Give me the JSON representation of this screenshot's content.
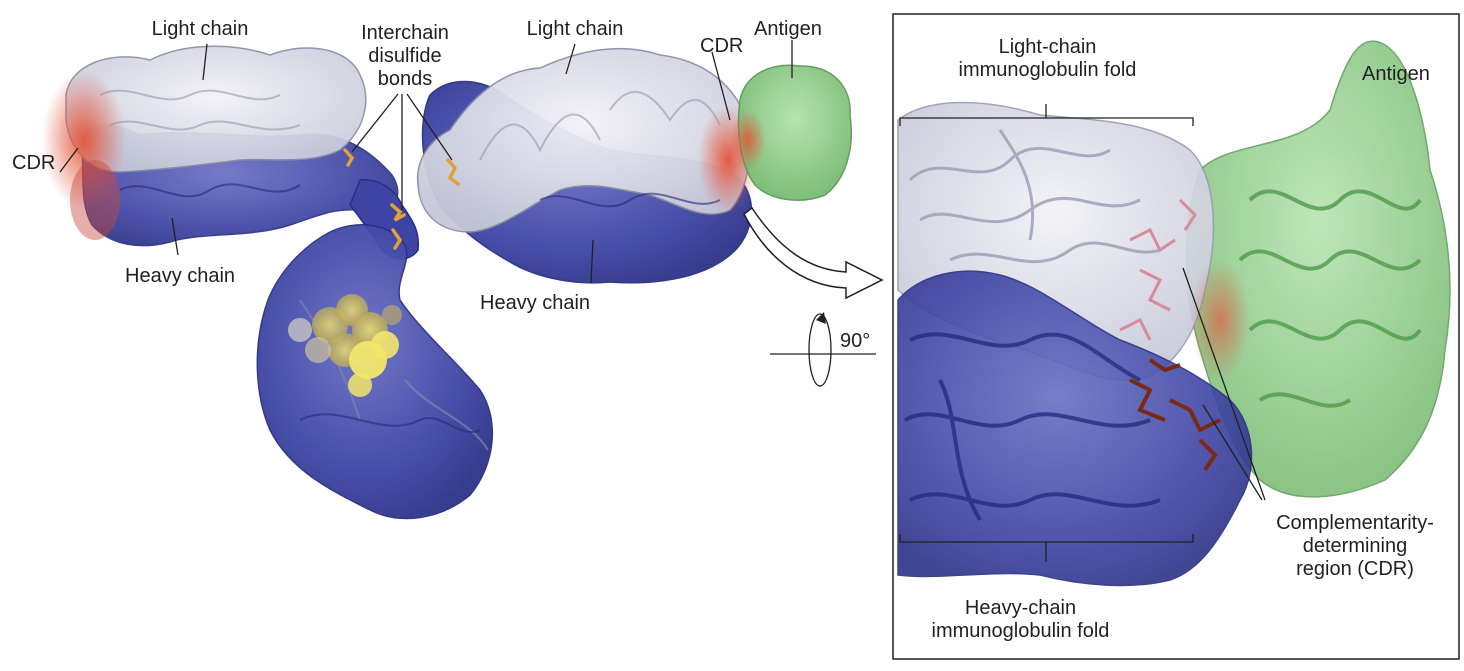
{
  "left_panel": {
    "labels": {
      "light_chain_left": "Light chain",
      "interchain_disulfide": [
        "Interchain",
        "disulfide",
        "bonds"
      ],
      "light_chain_right": "Light chain",
      "cdr_top": "CDR",
      "antigen": "Antigen",
      "cdr_left": "CDR",
      "heavy_chain_left": "Heavy chain",
      "heavy_chain_right": "Heavy chain"
    }
  },
  "rotation": {
    "label": "90°"
  },
  "right_panel": {
    "labels": {
      "light_chain_fold": [
        "Light-chain",
        "immunoglobulin fold"
      ],
      "antigen": "Antigen",
      "cdr_full": [
        "Complementarity-",
        "determining",
        "region (CDR)"
      ],
      "heavy_chain_fold": [
        "Heavy-chain",
        "immunoglobulin fold"
      ]
    }
  },
  "colors": {
    "light_chain": "#dcdde8",
    "heavy_chain": "#3f46a6",
    "antigen": "#8fcc8a",
    "cdr": "#e4553a",
    "carbohydrate": "#e0cf63",
    "cdr_sticks_light": "#d98a9e",
    "cdr_sticks_heavy": "#7a2a14",
    "disulfide": "#e0a03a"
  }
}
